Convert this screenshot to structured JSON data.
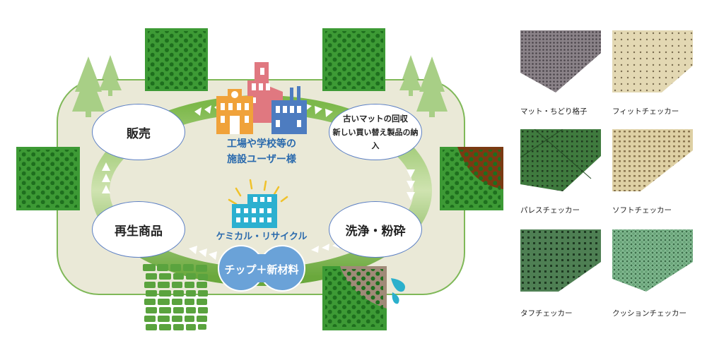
{
  "diagram": {
    "title": "recycling-cycle",
    "nodes": {
      "sales": "販売",
      "collection_line1": "古いマットの回収",
      "collection_line2": "新しい買い替え製品の納入",
      "washing": "洗浄・粉砕",
      "recycled_products": "再生商品",
      "users_line1": "工場や学校等の",
      "users_line2": "施設ユーザー様",
      "chemical_recycle": "ケミカル・リサイクル",
      "chip_material": "チップ＋新材料"
    },
    "colors": {
      "field": "#eae9d7",
      "ring": "#8cc05a",
      "mat_green": "#3d9a35",
      "mat_dot": "#1e6f1e",
      "tree": "#a8cf86",
      "label_blue": "#2a6aad",
      "chip_blue": "#6aa2d8",
      "factory_pink": "#e07880",
      "school_orange": "#f0a23a",
      "factory_blue": "#4d7cc0",
      "recycle_cyan": "#2cb0d0",
      "dirt_brown": "#7a3a12",
      "dirt_gray": "#a08a78",
      "water_drop": "#2bb0cc"
    }
  },
  "products": [
    {
      "name": "マット・ちどり格子",
      "color": "#8a8288"
    },
    {
      "name": "フィットチェッカー",
      "color": "#e3d8b3"
    },
    {
      "name": "パレスチェッカー",
      "color": "#3f7a3e"
    },
    {
      "name": "ソフトチェッカー",
      "color": "#ded0a4"
    },
    {
      "name": "タフチェッカー",
      "color": "#4e7f53"
    },
    {
      "name": "クッションチェッカー",
      "color": "#6aa57a"
    }
  ]
}
